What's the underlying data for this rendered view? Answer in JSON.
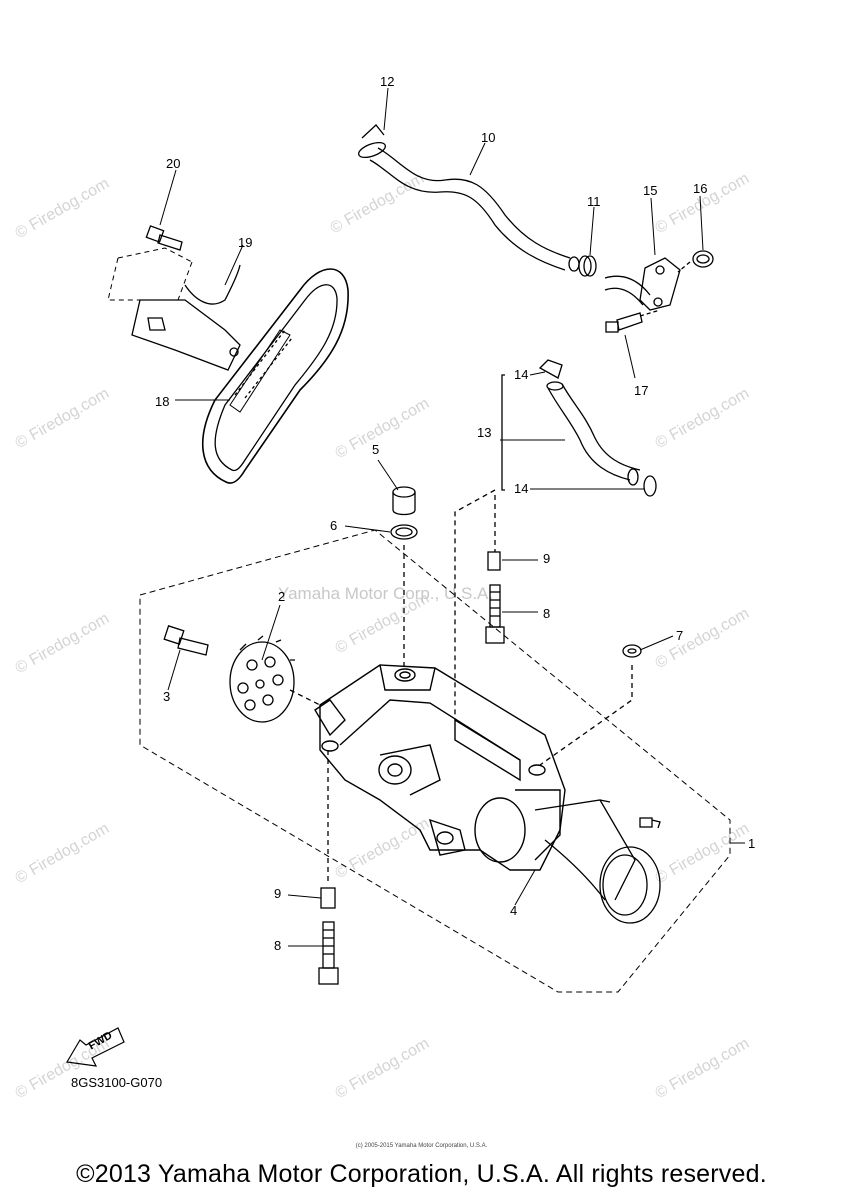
{
  "watermark_text": "© Firedog.com",
  "center_watermark": "Yamaha Motor Corp., U.S.A.",
  "callouts": {
    "c1": "1",
    "c2": "2",
    "c3": "3",
    "c4": "4",
    "c5": "5",
    "c6": "6",
    "c7": "7",
    "c8a": "8",
    "c8b": "8",
    "c9a": "9",
    "c9b": "9",
    "c10": "10",
    "c11": "11",
    "c12": "12",
    "c13": "13",
    "c14a": "14",
    "c14b": "14",
    "c15": "15",
    "c16": "16",
    "c17": "17",
    "c18": "18",
    "c19": "19",
    "c20": "20"
  },
  "fwd_label": "FWD",
  "diagram_code": "8GS3100-G070",
  "small_copyright": "(c) 2005-2015 Yamaha Motor Corporation, U.S.A.",
  "copyright": "©2013 Yamaha Motor Corporation, U.S.A. All rights reserved."
}
